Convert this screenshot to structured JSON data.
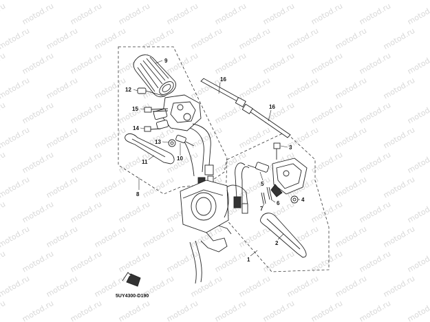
{
  "watermark": {
    "text": "motod.ru",
    "color": "#d8d8d8"
  },
  "diagram_code": "5UY4300-D190",
  "callouts": [
    {
      "id": "9",
      "label": "9"
    },
    {
      "id": "12",
      "label": "12"
    },
    {
      "id": "15",
      "label": "15"
    },
    {
      "id": "14",
      "label": "14"
    },
    {
      "id": "13",
      "label": "13"
    },
    {
      "id": "11",
      "label": "11"
    },
    {
      "id": "10",
      "label": "10"
    },
    {
      "id": "8",
      "label": "8"
    },
    {
      "id": "16a",
      "label": "16"
    },
    {
      "id": "16b",
      "label": "16"
    },
    {
      "id": "3",
      "label": "3"
    },
    {
      "id": "4",
      "label": "4"
    },
    {
      "id": "5",
      "label": "5"
    },
    {
      "id": "6",
      "label": "6"
    },
    {
      "id": "7",
      "label": "7"
    },
    {
      "id": "2",
      "label": "2"
    },
    {
      "id": "1",
      "label": "1"
    }
  ],
  "colors": {
    "line": "#222222",
    "background": "#ffffff"
  }
}
